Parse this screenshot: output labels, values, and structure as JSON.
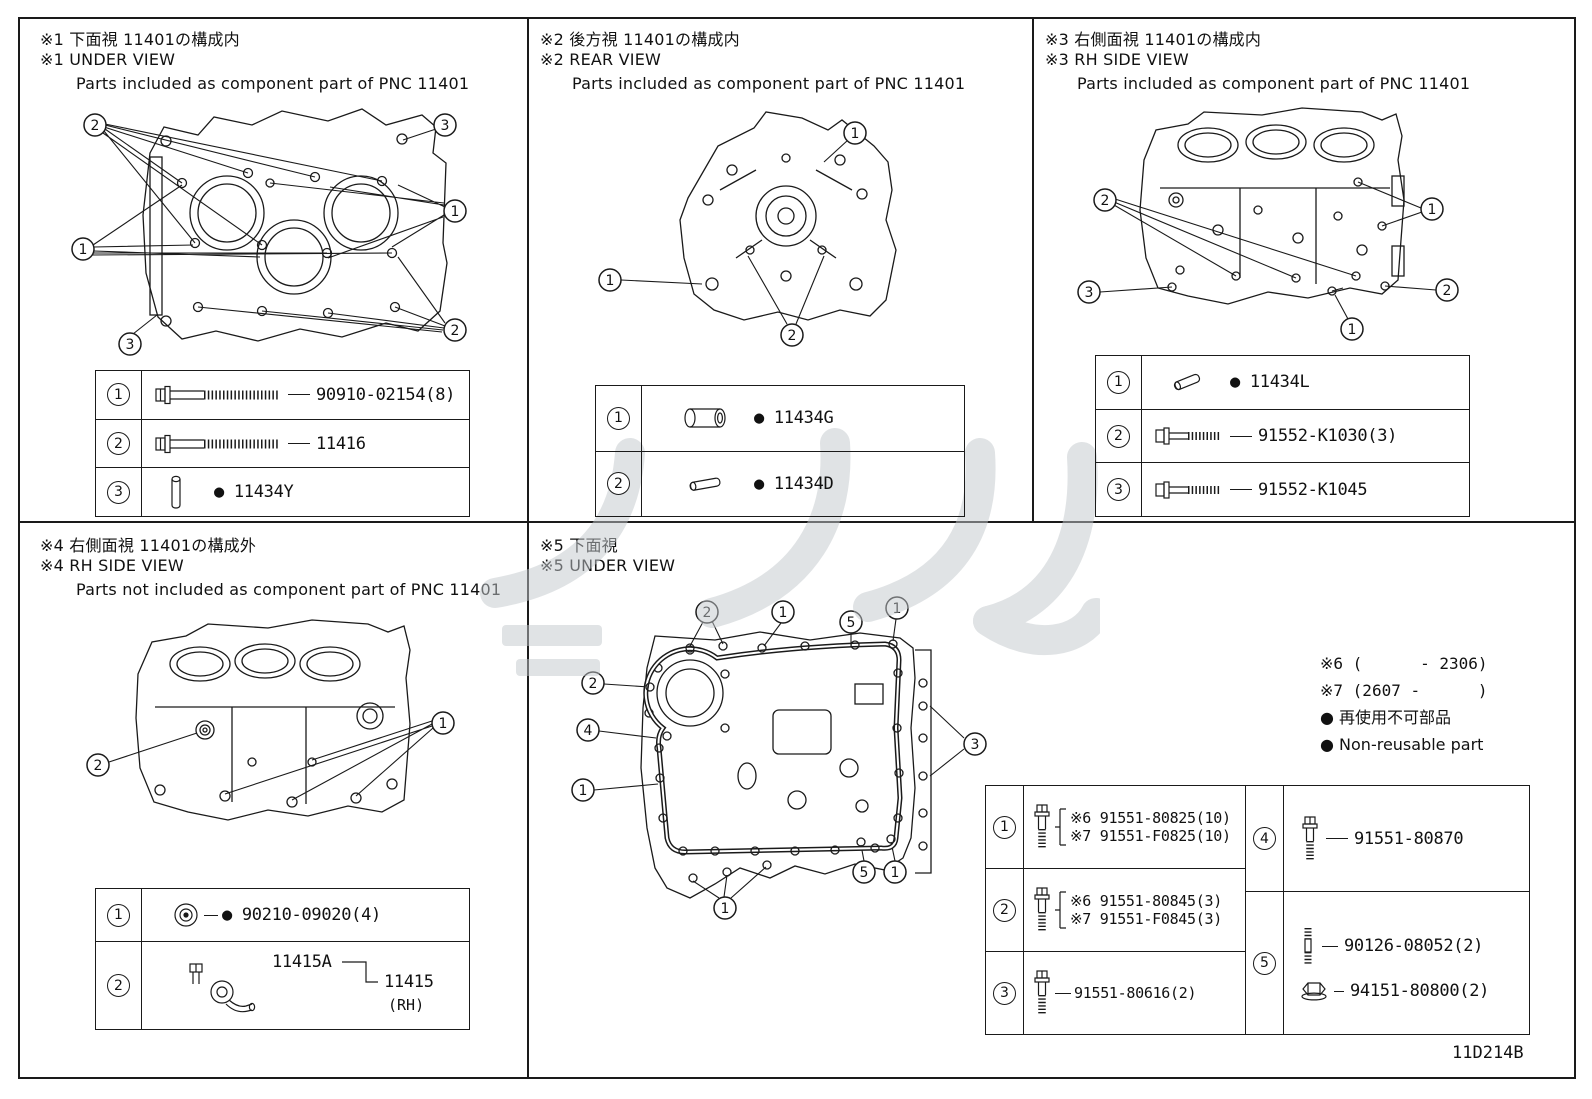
{
  "doc": {
    "code": "11D214B"
  },
  "panels": {
    "p1": {
      "title_jp": "※1 下面視 11401の構成内",
      "title_en": "※1 UNDER VIEW",
      "subtitle": "Parts included as component part of PNC 11401",
      "callouts": [
        "2",
        "3",
        "1",
        "1",
        "2",
        "3"
      ],
      "table": [
        {
          "num": "1",
          "part": "90910-02154(8)"
        },
        {
          "num": "2",
          "part": "11416"
        },
        {
          "num": "3",
          "part": "● 11434Y"
        }
      ]
    },
    "p2": {
      "title_jp": "※2 後方視 11401の構成内",
      "title_en": "※2 REAR VIEW",
      "subtitle": "Parts included as component part of PNC 11401",
      "callouts": [
        "1",
        "1",
        "2"
      ],
      "table": [
        {
          "num": "1",
          "part": "● 11434G"
        },
        {
          "num": "2",
          "part": "● 11434D"
        }
      ]
    },
    "p3": {
      "title_jp": "※3 右側面視 11401の構成内",
      "title_en": "※3 RH SIDE VIEW",
      "subtitle": "Parts included as component part of PNC 11401",
      "callouts": [
        "2",
        "3",
        "1",
        "2",
        "1"
      ],
      "table": [
        {
          "num": "1",
          "part": "● 11434L"
        },
        {
          "num": "2",
          "part": "91552-K1030(3)"
        },
        {
          "num": "3",
          "part": "91552-K1045"
        }
      ]
    },
    "p4": {
      "title_jp": "※4 右側面視 11401の構成外",
      "title_en": "※4 RH SIDE VIEW",
      "subtitle": "Parts not included as component part of PNC 11401",
      "callouts": [
        "2",
        "1"
      ],
      "row1": {
        "num": "1",
        "part": "● 90210-09020(4)"
      },
      "row2": {
        "num": "2",
        "part_a": "11415A",
        "part_b": "11415",
        "part_b_note": "(RH)"
      }
    },
    "p5": {
      "title_jp": "※5 下面視",
      "title_en": "※5 UNDER VIEW",
      "callouts": [
        "2",
        "1",
        "5",
        "1",
        "2",
        "4",
        "1",
        "3",
        "1",
        "5",
        "1"
      ],
      "notes": [
        "※6 (      - 2306)",
        "※7 (2607 -      )",
        "● 再使用不可部品",
        "● Non-reusable part"
      ],
      "table_left": [
        {
          "num": "1",
          "line1": "※6 91551-80825(10)",
          "line2": "※7 91551-F0825(10)"
        },
        {
          "num": "2",
          "line1": "※6 91551-80845(3)",
          "line2": "※7 91551-F0845(3)"
        },
        {
          "num": "3",
          "line1": "91551-80616(2)"
        }
      ],
      "table_right": [
        {
          "num": "4",
          "part": "91551-80870"
        },
        {
          "num": "5",
          "part_top": "90126-08052(2)",
          "part_bottom": "94151-80800(2)"
        }
      ]
    }
  }
}
